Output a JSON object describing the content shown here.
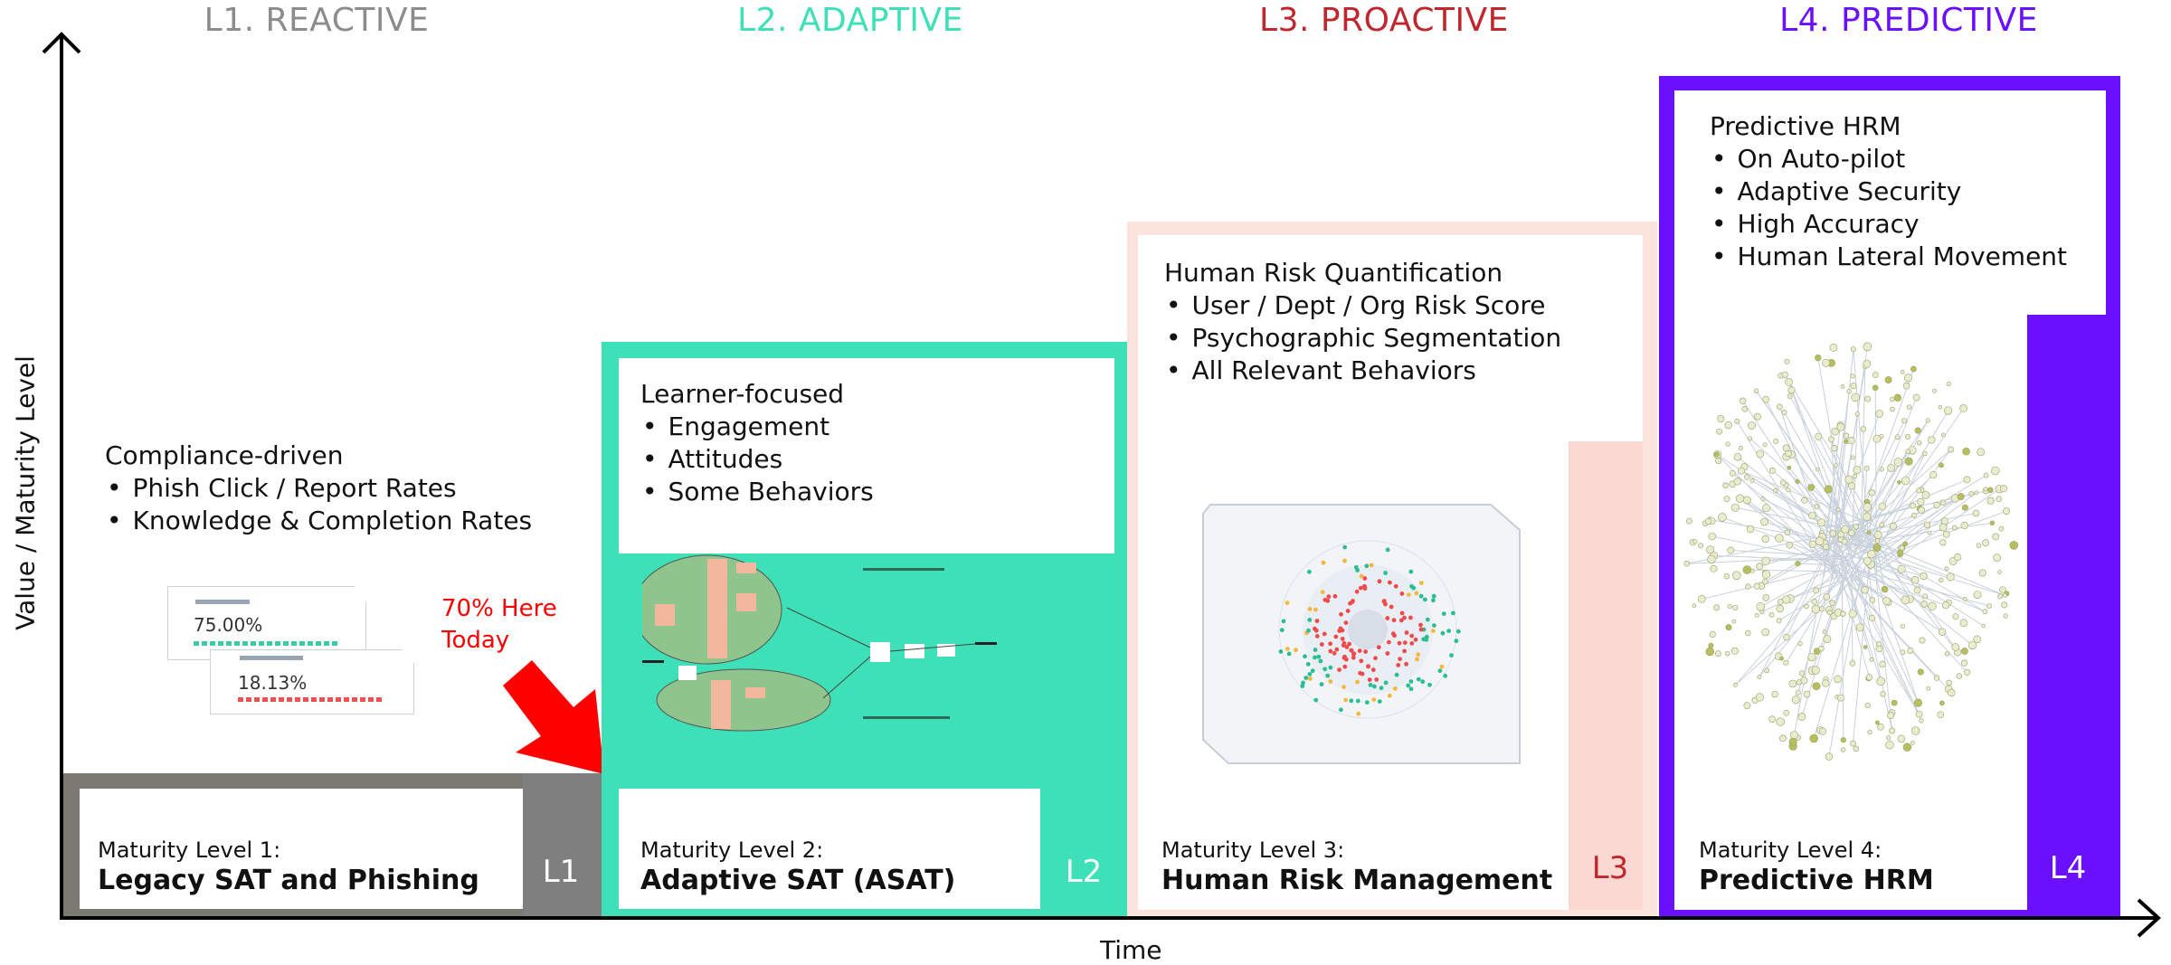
{
  "levels": [
    {
      "title": "L1. REACTIVE",
      "color": "#8c8c8c",
      "maturity_label": "Maturity Level 1:",
      "maturity_name": "Legacy SAT and Phishing",
      "tag": "L1",
      "heading": "Compliance-driven",
      "bullets": [
        "Phish Click / Report Rates",
        "Knowledge & Completion Rates"
      ]
    },
    {
      "title": "L2. ADAPTIVE",
      "color": "#3ee0b8",
      "maturity_label": "Maturity Level 2:",
      "maturity_name": "Adaptive SAT (ASAT)",
      "tag": "L2",
      "heading": "Learner-focused",
      "bullets": [
        "Engagement",
        "Attitudes",
        "Some Behaviors"
      ]
    },
    {
      "title": "L3. PROACTIVE",
      "color": "#c0262d",
      "maturity_label": "Maturity Level 3:",
      "maturity_name": "Human Risk Management",
      "tag": "L3",
      "heading": "Human Risk Quantification",
      "bullets": [
        "User / Dept / Org Risk Score",
        "Psychographic Segmentation",
        "All Relevant Behaviors"
      ]
    },
    {
      "title": "L4. PREDICTIVE",
      "color": "#6a10ff",
      "maturity_label": "Maturity Level 4:",
      "maturity_name": "Predictive HRM",
      "tag": "L4",
      "heading": "Predictive HRM",
      "bullets": [
        "On Auto-pilot",
        "Adaptive Security",
        "High Accuracy",
        "Human Lateral Movement"
      ]
    }
  ],
  "axes": {
    "y_label": "Value / Maturity Level",
    "x_label": "Time"
  },
  "callout": {
    "line1": "70% Here",
    "line2": "Today",
    "color": "#ff0000"
  },
  "l1_cards": {
    "card1_value": "75.00%",
    "card2_value": "18.13%"
  },
  "colors": {
    "l1_frame": "#7a7a70",
    "l1_tag_bg": "#7f7f7f",
    "l2": "#3ee0b8",
    "l3_frame": "#fbe3de",
    "l3_tag_bg": "#fbd9d2",
    "l3_tag_text": "#c0262d",
    "l4": "#6a10ff"
  }
}
